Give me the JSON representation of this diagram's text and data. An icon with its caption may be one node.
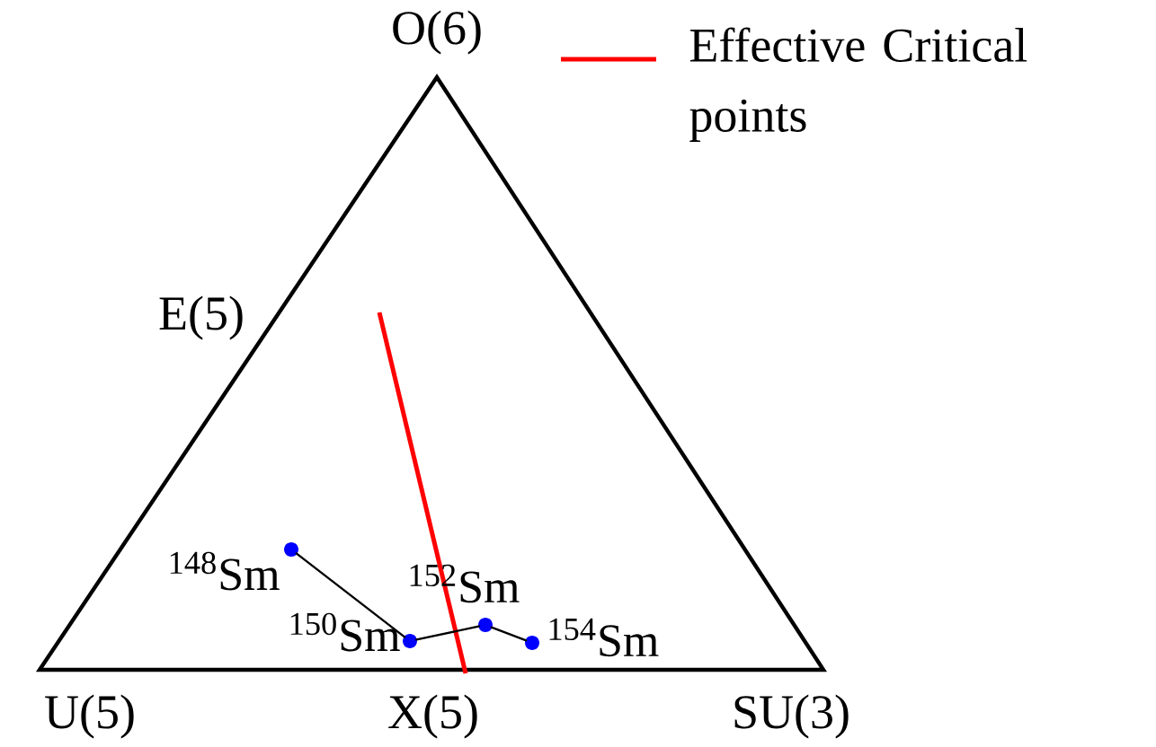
{
  "diagram": {
    "nodes": [
      {
        "text": [],
        "shape": "circle",
        "beside": [
          "$^{148}$Sm"
        ]
      },
      {
        "text": [],
        "shape": "circle",
        "beside": [
          "$^{150}$Sm"
        ]
      },
      {
        "text": [],
        "shape": "circle",
        "beside": [
          "$^{152}$Sm"
        ]
      },
      {
        "text": [],
        "shape": "circle",
        "beside": [
          "$^{154}$Sm"
        ]
      }
    ],
    "edges": [
      {
        "from": 0,
        "to": 1,
        "arrow": "none"
      },
      {
        "from": 1,
        "to": 2,
        "arrow": "none"
      },
      {
        "from": 2,
        "to": 3,
        "arrow": "none"
      }
    ],
    "labels": [
      "O(6)",
      "E(5)",
      "U(5)",
      "X(5)",
      "SU(3)"
    ],
    "legend": [
      {
        "text": "Effective Critical points"
      }
    ]
  }
}
